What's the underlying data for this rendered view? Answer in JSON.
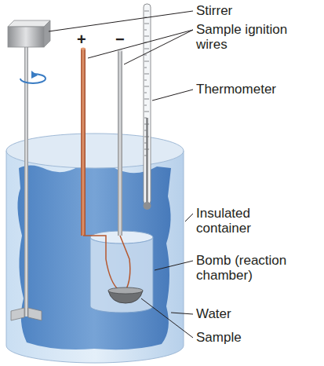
{
  "diagram": {
    "labels": [
      "Stirrer",
      "+",
      "−",
      "Sample ignition wires",
      "Thermometer",
      "Insulated container",
      "Bomb (reaction chamber)",
      "Water",
      "Sample"
    ]
  }
}
